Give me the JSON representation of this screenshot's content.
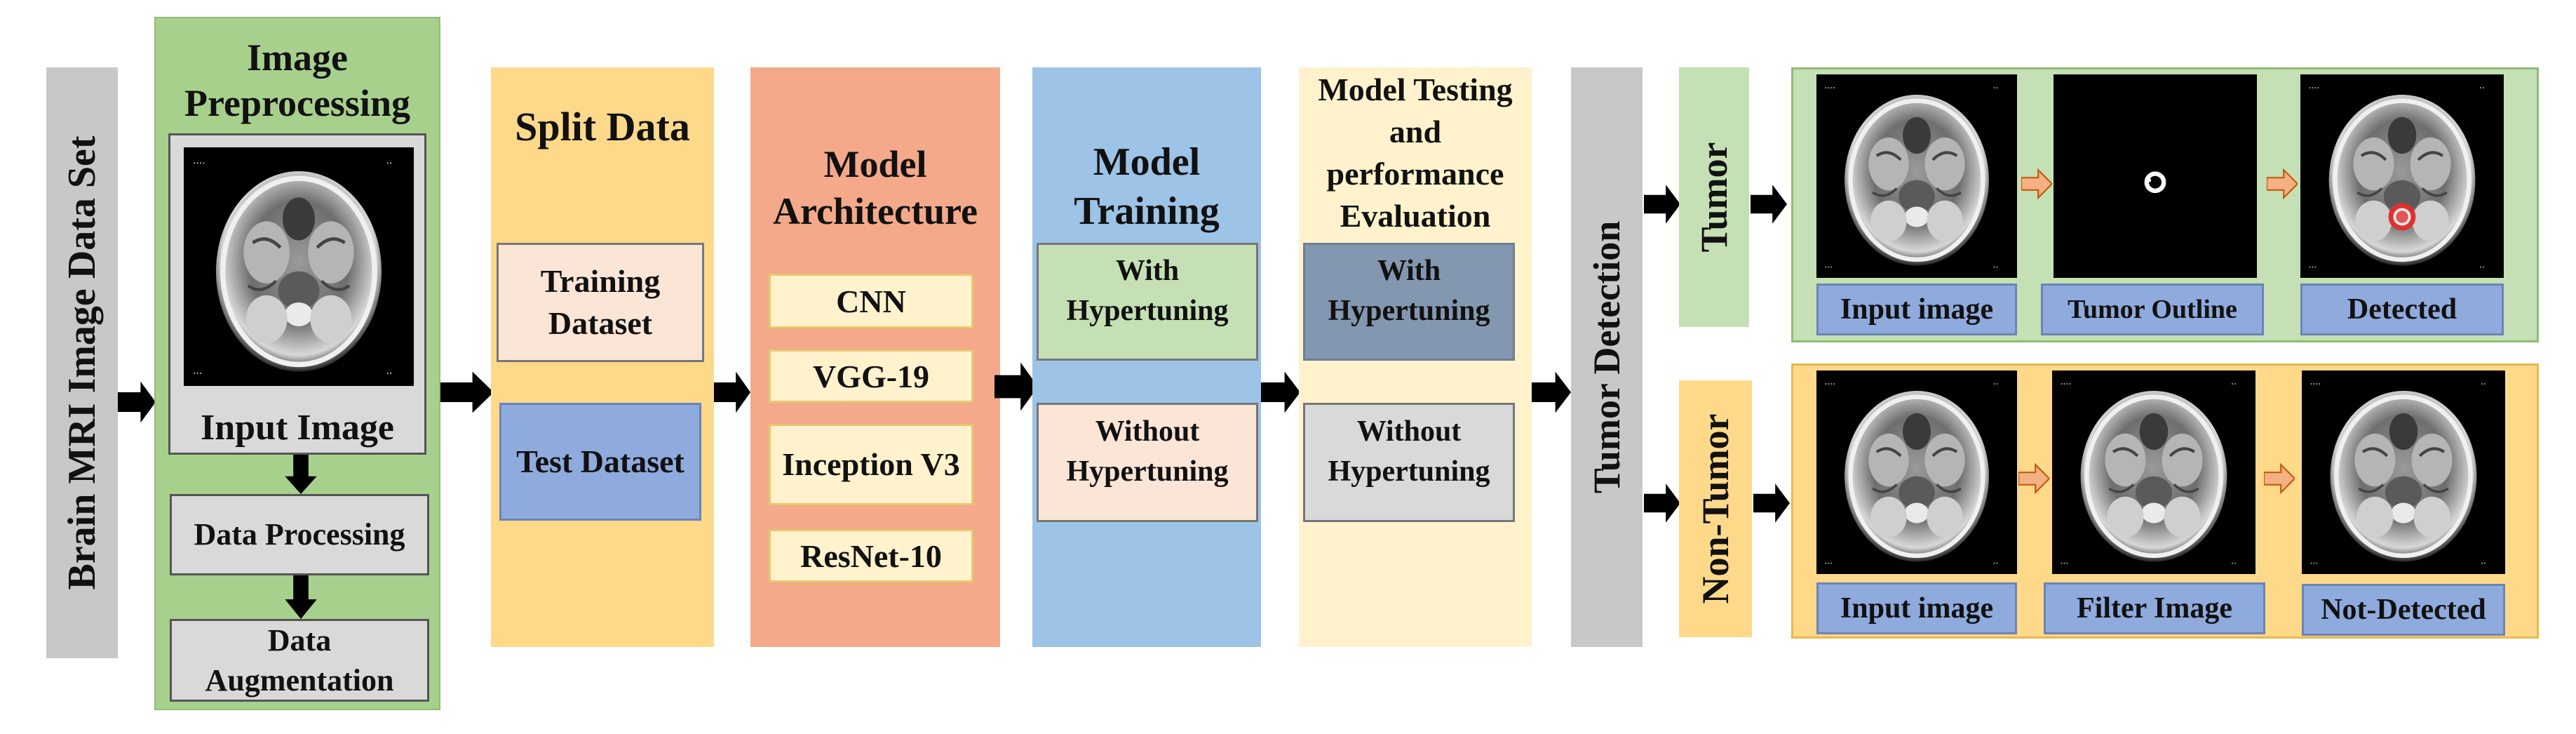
{
  "colors": {
    "grey_panel": "#c8c8c8",
    "green_panel": "#a8d08d",
    "yellow_panel": "#ffd98a",
    "salmon_panel": "#f3a98a",
    "blue_panel": "#9dc3e6",
    "cream_panel": "#fff2cc",
    "green_box": "#c5e0b4",
    "peach_box": "#fbe5d6",
    "blue_box": "#8faadc",
    "slate_box": "#8497b0",
    "grey_box": "#d9d9d9",
    "orange_arrow": "#f4b183",
    "tumor_mark": "#e03030"
  },
  "dataset": {
    "label": "Brain MRI Image Data Set"
  },
  "preprocessing": {
    "title": "Image Preprocessing",
    "input_label": "Input Image",
    "steps": [
      "Data Processing",
      "Data Augmentation"
    ]
  },
  "split": {
    "title": "Split Data",
    "training": "Training Dataset",
    "test": "Test Dataset"
  },
  "architecture": {
    "title": "Model Architecture",
    "models": [
      "CNN",
      "VGG-19",
      "Inception V3",
      "ResNet-10"
    ]
  },
  "training": {
    "title": "Model Training",
    "with": "With Hypertuning",
    "without": "Without Hypertuning"
  },
  "testing": {
    "title": "Model Testing and performance Evaluation",
    "with": "With Hypertuning",
    "without": "Without Hypertuning"
  },
  "detection": {
    "label": "Tumor Detection"
  },
  "tumor": {
    "label": "Tumor",
    "captions": [
      "Input image",
      "Tumor Outline",
      "Detected"
    ]
  },
  "non_tumor": {
    "label": "Non-Tumor",
    "captions": [
      "Input image",
      "Filter Image",
      "Not-Detected"
    ]
  }
}
